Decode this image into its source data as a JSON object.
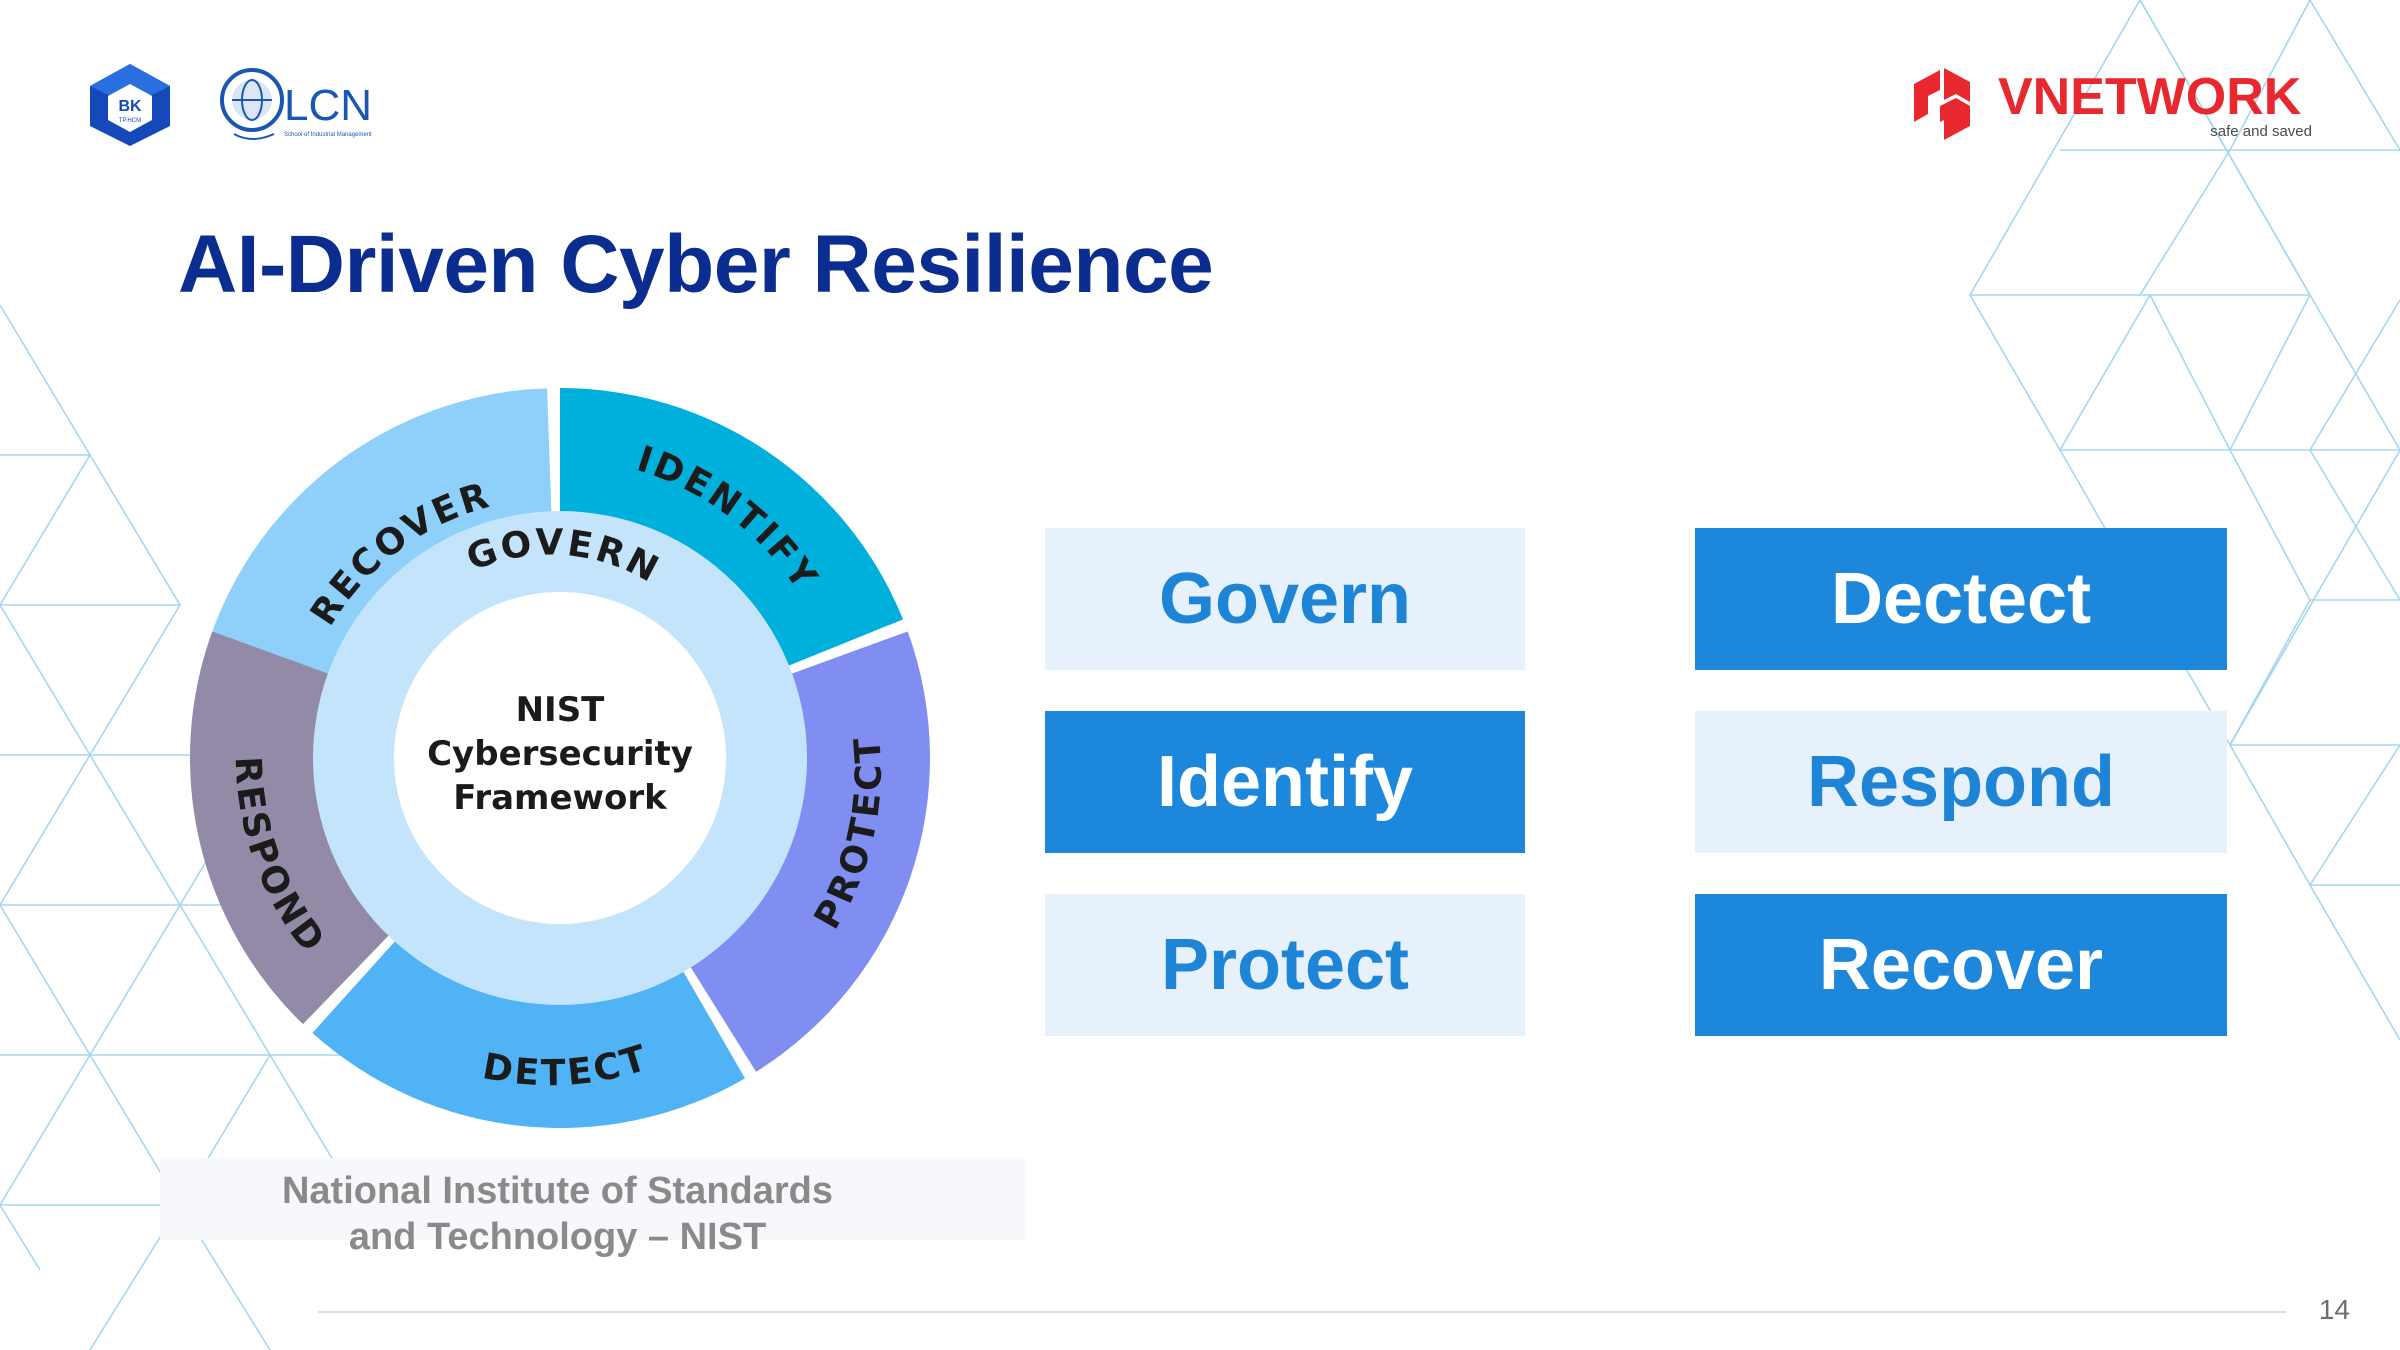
{
  "header": {
    "title": "AI-Driven Cyber Resilience"
  },
  "logos": {
    "bk_text": "BK",
    "bk_subtext": "TP.HCM",
    "lcn_text": "LCN",
    "lcn_subtext": "School of Industrial Management",
    "vnetwork_text": "VNETWORK",
    "vnetwork_tagline": "safe and saved"
  },
  "framework_wheel": {
    "center_lines": [
      "NIST",
      "Cybersecurity",
      "Framework"
    ],
    "inner_ring_label": "GOVERN",
    "segments": [
      {
        "label": "RECOVER",
        "color": "#8fd0fb"
      },
      {
        "label": "IDENTIFY",
        "color": "#00b0dc"
      },
      {
        "label": "PROTECT",
        "color": "#7f8ef0"
      },
      {
        "label": "DETECT",
        "color": "#4fb3f6"
      },
      {
        "label": "RESPOND",
        "color": "#928aa6"
      }
    ],
    "inner_ring_color": "#c4e4fb"
  },
  "caption": {
    "line1": "National Institute of Standards",
    "line2": "and Technology – NIST"
  },
  "functions": [
    {
      "label": "Govern",
      "style": "light"
    },
    {
      "label": "Identify",
      "style": "dark"
    },
    {
      "label": "Protect",
      "style": "light"
    },
    {
      "label": "Dectect",
      "style": "dark"
    },
    {
      "label": "Respond",
      "style": "light"
    },
    {
      "label": "Recover",
      "style": "dark"
    }
  ],
  "footer": {
    "page_number": "14"
  },
  "colors": {
    "title": "#0b2d8f",
    "accent_blue": "#1d87dc",
    "light_box": "#e6f1fc",
    "pattern_line": "#9bd3ee",
    "vnetwork_red": "#e8282e"
  }
}
